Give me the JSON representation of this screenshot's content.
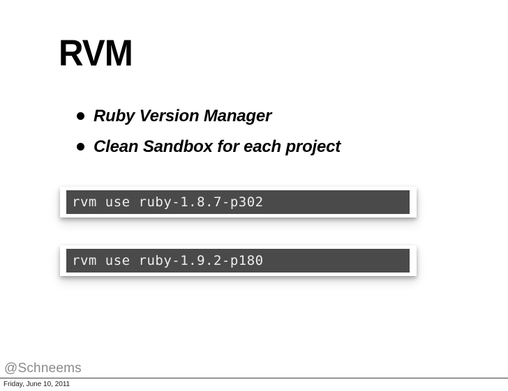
{
  "slide": {
    "title": "RVM",
    "bullets": [
      {
        "label": "Ruby Version Manager"
      },
      {
        "label": "Clean Sandbox for each project"
      }
    ],
    "code_blocks": [
      {
        "command": "rvm use ruby-1.8.7-p302"
      },
      {
        "command": "rvm use ruby-1.9.2-p180"
      }
    ]
  },
  "footer": {
    "handle": "@Schneems",
    "date": "Friday, June 10, 2011"
  },
  "colors": {
    "background": "#ffffff",
    "title": "#000000",
    "bullet_text": "#000000",
    "code_bar_background": "#4a4a4a",
    "code_text": "#ededed",
    "handle": "#8a8a8a",
    "divider": "#3f3f3f",
    "date": "#1a1a1a"
  }
}
